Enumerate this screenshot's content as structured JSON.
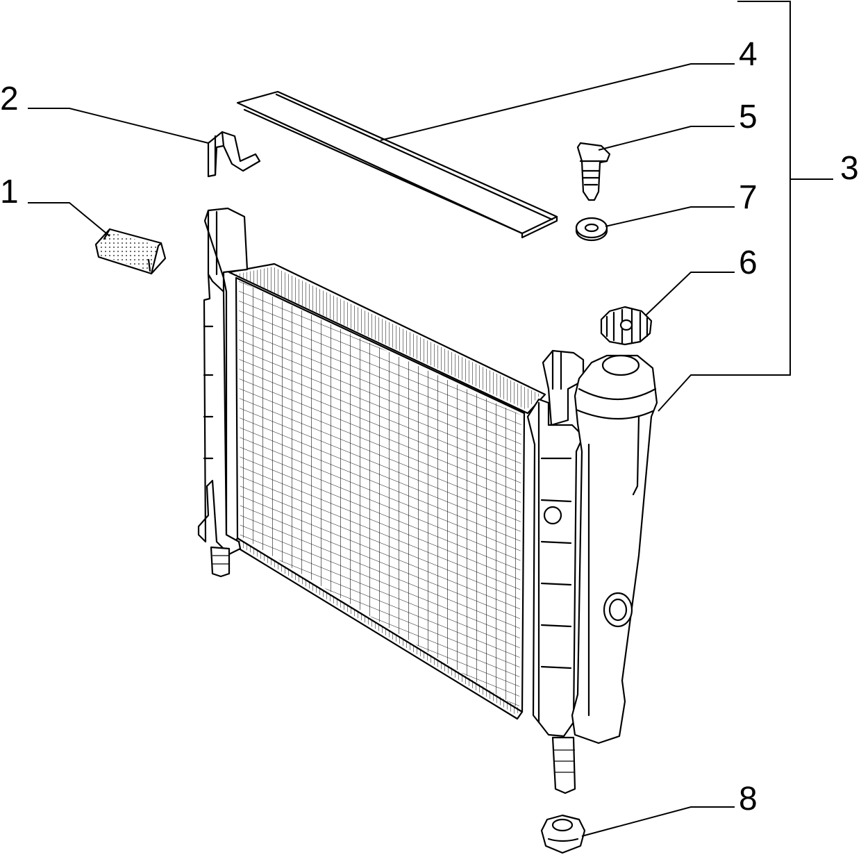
{
  "colors": {
    "ink": "#000000",
    "paper": "#ffffff"
  },
  "callouts": [
    {
      "id": "1",
      "label": "1"
    },
    {
      "id": "2",
      "label": "2"
    },
    {
      "id": "3",
      "label": "3"
    },
    {
      "id": "4",
      "label": "4"
    },
    {
      "id": "5",
      "label": "5"
    },
    {
      "id": "6",
      "label": "6"
    },
    {
      "id": "7",
      "label": "7"
    },
    {
      "id": "8",
      "label": "8"
    }
  ],
  "parts": [
    {
      "callout": "1",
      "icon": "foam-pad-icon"
    },
    {
      "callout": "2",
      "icon": "mounting-bracket-icon"
    },
    {
      "callout": "3",
      "icon": "radiator-assembly-icon"
    },
    {
      "callout": "4",
      "icon": "top-seal-strip-icon"
    },
    {
      "callout": "5",
      "icon": "bleed-plug-icon"
    },
    {
      "callout": "6",
      "icon": "filler-cap-icon"
    },
    {
      "callout": "7",
      "icon": "washer-icon"
    },
    {
      "callout": "8",
      "icon": "rubber-mount-icon"
    }
  ]
}
